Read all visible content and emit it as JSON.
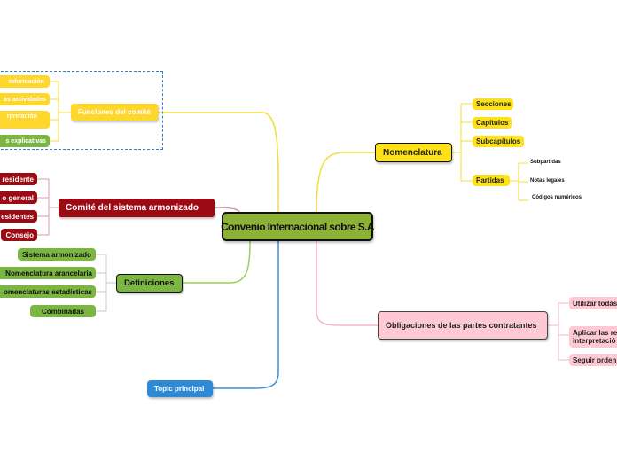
{
  "central": "Convenio Internacional sobre S.A",
  "topics": {
    "nomenclatura": "Nomenclatura",
    "obligaciones": "Obligaciones de las partes contratantes",
    "comite": "Comité del sistema armonizado",
    "definiciones": "Definiciones",
    "topic_principal": "Topic principal",
    "funciones": "Funciones del comité"
  },
  "nomenclatura_items": [
    "Secciones",
    "Capítulos",
    "Subcapítulos",
    "Partidas"
  ],
  "partidas_items": [
    "Subpartidas",
    "Notas legales",
    "Códigos numéricos"
  ],
  "obligaciones_items": [
    "Utilizar todas",
    "Aplicar las re interpretació",
    "Seguir orden"
  ],
  "comite_items": [
    "residente",
    "o general",
    "esidentes",
    "Consejo"
  ],
  "definiciones_items": [
    "Sistema armonizado",
    "Nomenclatura arancelaria",
    "omenclaturas estadísticas",
    "Combinadas"
  ],
  "funciones_items": [
    "Información",
    "as actividades",
    "rpretación",
    "s explicativas"
  ],
  "colors": {
    "central": "#8bb234",
    "nomenclatura": "#fde21a",
    "obligaciones": "#ffc9d3",
    "comite": "#9a0b14",
    "definiciones": "#7cb642",
    "topic_principal": "#2f8ad6"
  }
}
